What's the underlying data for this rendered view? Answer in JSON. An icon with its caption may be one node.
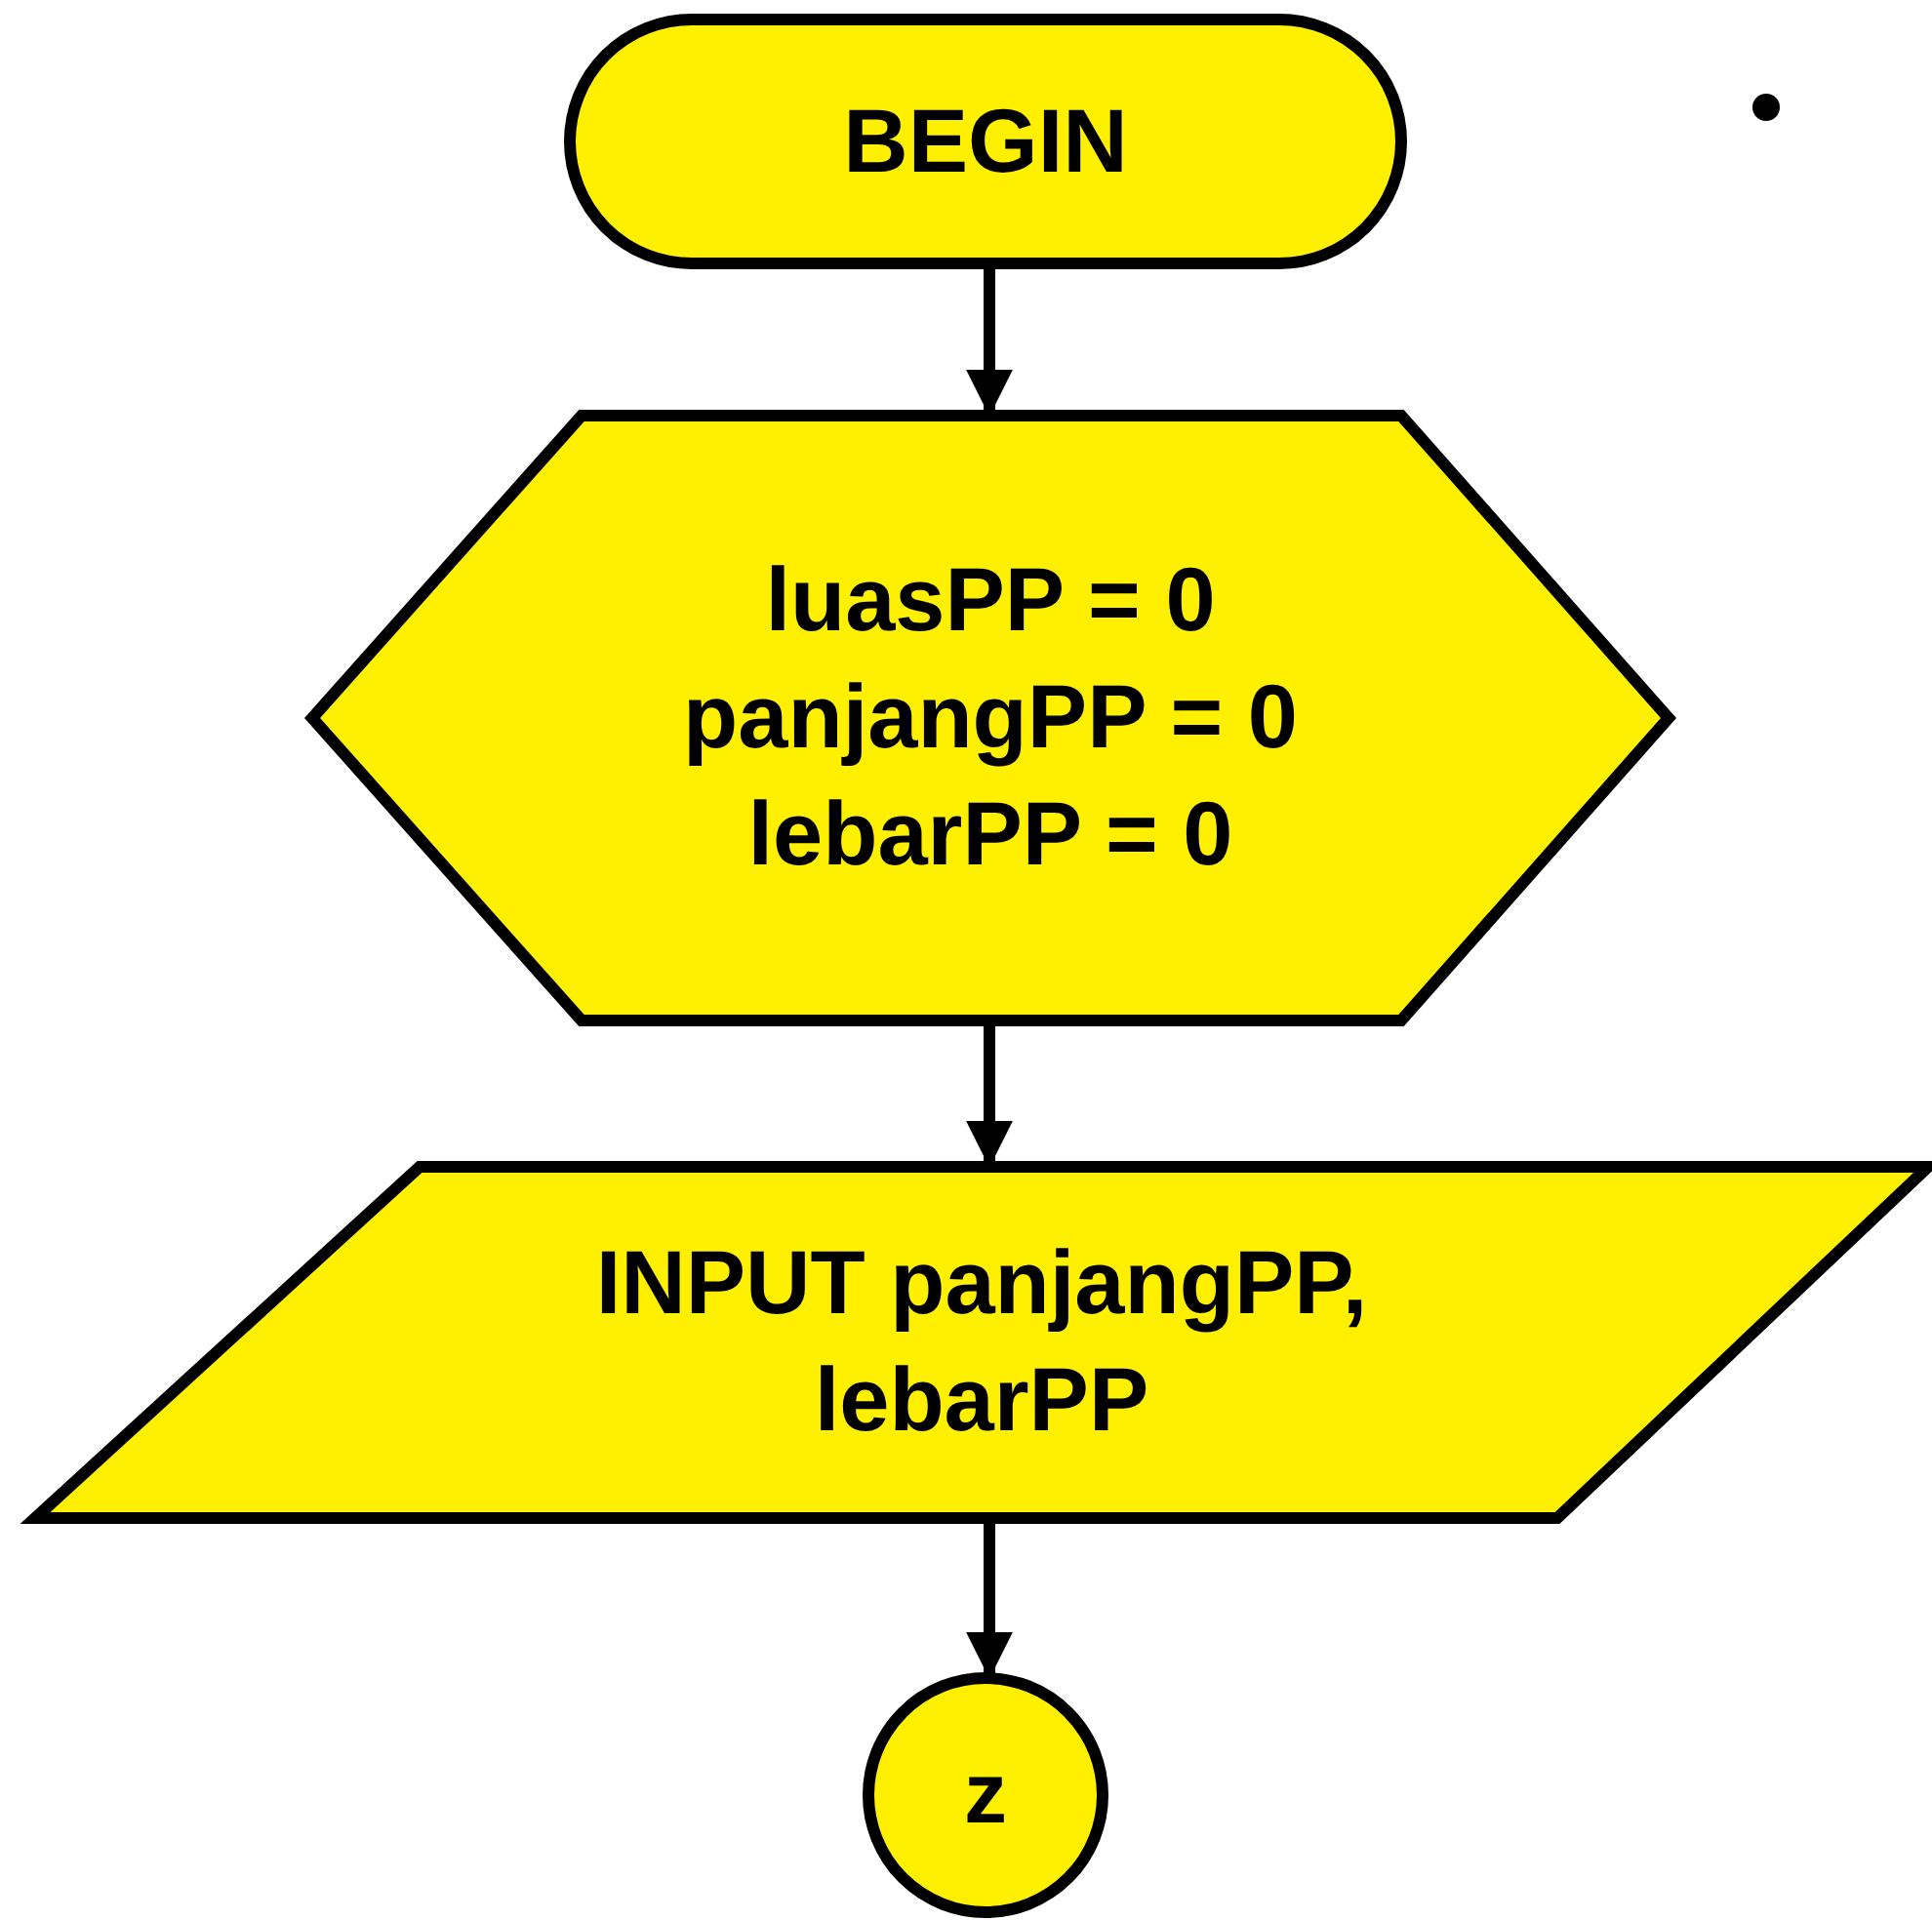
{
  "diagram": {
    "nodes": [
      {
        "text": [
          "BEGIN"
        ]
      },
      {
        "text": [
          "luasPP = 0",
          "panjangPP = 0",
          "lebarPP = 0"
        ]
      },
      {
        "text": [
          "INPUT panjangPP, lebarPP"
        ]
      },
      {
        "text": [
          "z"
        ]
      }
    ],
    "edges": [
      {
        "from": 0,
        "to": 1,
        "arrow": "to"
      },
      {
        "from": 1,
        "to": 2,
        "arrow": "to"
      },
      {
        "from": 2,
        "to": 3,
        "arrow": "to"
      }
    ]
  }
}
